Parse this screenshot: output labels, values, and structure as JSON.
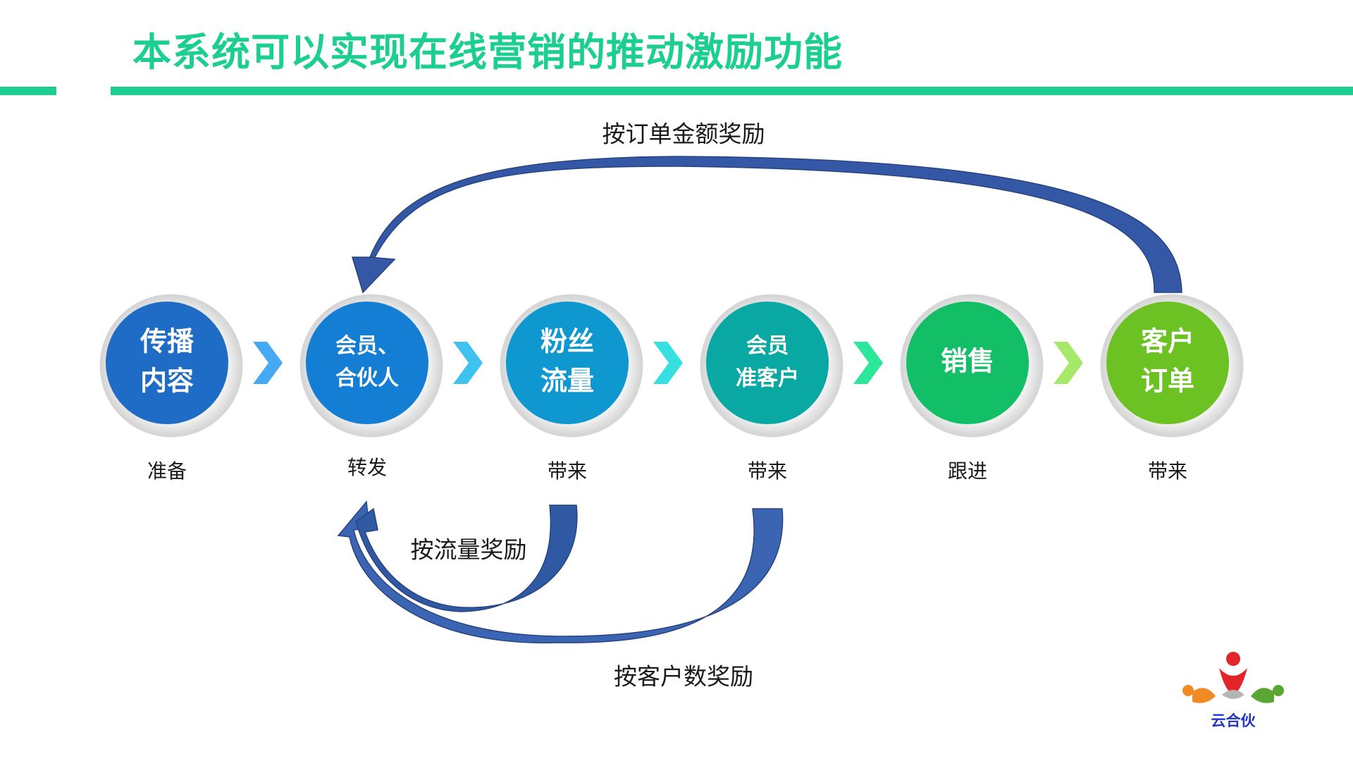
{
  "title": "本系统可以实现在线营销的推动激励功能",
  "colors": {
    "accent": "#1ccf91",
    "arrow_dark": "#2d5496",
    "arrow_light": "#4a78c8"
  },
  "nodes": [
    {
      "lines": [
        "传播",
        "内容"
      ],
      "caption": "准备",
      "color": "#1f6cc6",
      "chevron_color": "#45aaf2"
    },
    {
      "lines": [
        "会员、",
        "合伙人"
      ],
      "caption": "转发",
      "color": "#137ed4",
      "chevron_color": "#3fc2ef"
    },
    {
      "lines": [
        "粉丝",
        "流量"
      ],
      "caption": "带来",
      "color": "#0e98cf",
      "chevron_color": "#36e0e0"
    },
    {
      "lines": [
        "会员",
        "准客户"
      ],
      "caption": "带来",
      "color": "#0aa8a2",
      "chevron_color": "#2ce69a"
    },
    {
      "lines": [
        "销售"
      ],
      "caption": "跟进",
      "color": "#12bf66",
      "chevron_color": "#a6e86a"
    },
    {
      "lines": [
        "客户",
        "订单"
      ],
      "caption": "带来",
      "color": "#6cc123"
    }
  ],
  "rewards": {
    "by_order_amount": "按订单金额奖励",
    "by_traffic": "按流量奖励",
    "by_customers": "按客户数奖励"
  },
  "logo": {
    "text": "云合伙"
  }
}
